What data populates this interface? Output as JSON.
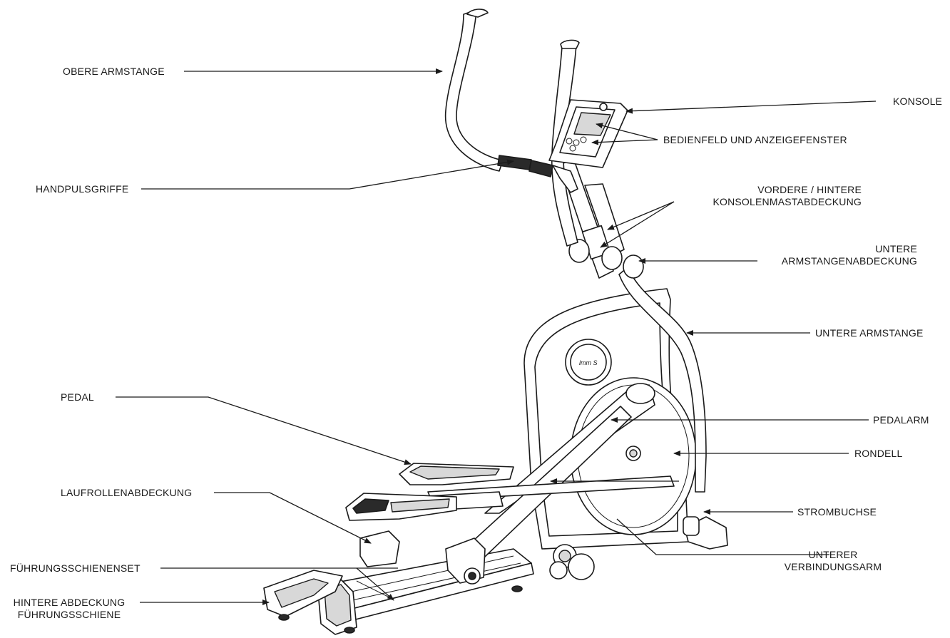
{
  "labels": {
    "obere_armstange": "OBERE ARMSTANGE",
    "konsole": "KONSOLE",
    "bedienfeld": "BEDIENFELD UND ANZEIGEFENSTER",
    "handpulsgriffe": "HANDPULSGRIFFE",
    "konsolenmast_1": "VORDERE / HINTERE",
    "konsolenmast_2": "KONSOLENMASTABDECKUNG",
    "untere_armstangenabdeckung_1": "UNTERE",
    "untere_armstangenabdeckung_2": "ARMSTANGENABDECKUNG",
    "untere_armstange": "UNTERE ARMSTANGE",
    "pedal": "PEDAL",
    "pedalarm": "PEDALARM",
    "rondell": "RONDELL",
    "laufrollenabdeckung": "LAUFROLLENABDECKUNG",
    "strombuchse": "STROMBUCHSE",
    "unterer_verbindungsarm_1": "UNTERER",
    "unterer_verbindungsarm_2": "VERBINDUNGSARM",
    "fuehrungsschienenset": "FÜHRUNGSSCHIENENSET",
    "hintere_abdeckung_1": "HINTERE ABDECKUNG",
    "hintere_abdeckung_2": "FÜHRUNGSSCHIENE"
  },
  "colors": {
    "ink": "#1a1a1a",
    "background": "#ffffff"
  }
}
